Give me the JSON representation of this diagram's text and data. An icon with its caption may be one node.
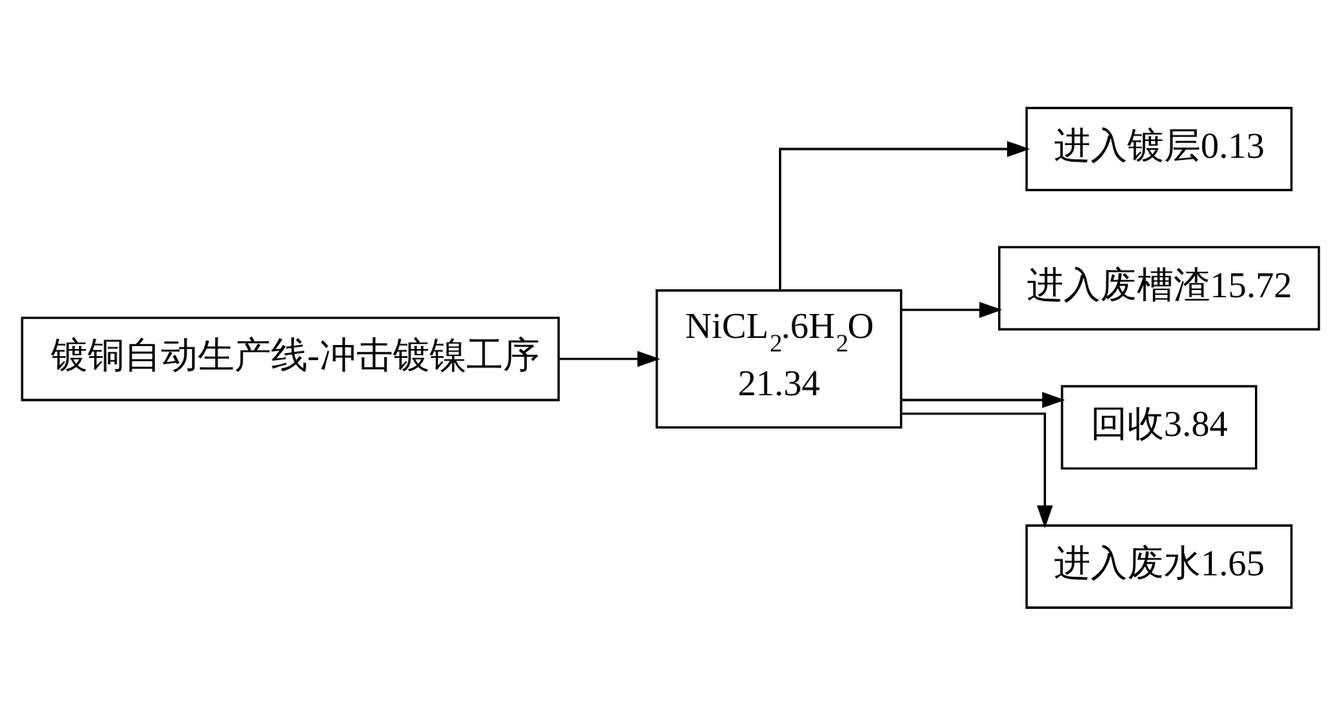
{
  "diagram": {
    "nodes": [
      {
        "text": [
          "镀铜自动生产线-冲击镀镍工序"
        ]
      },
      {
        "text": [
          "NiCL$_{2}$.6H$_{2}$O",
          "21.34"
        ]
      },
      {
        "text": [
          "进入镀层0.13"
        ]
      },
      {
        "text": [
          "进入废槽渣15.72"
        ]
      },
      {
        "text": [
          "回收3.84"
        ]
      },
      {
        "text": [
          "进入废水1.65"
        ]
      }
    ],
    "edges": [
      {
        "from": 0,
        "to": 1,
        "arrow": "to"
      },
      {
        "from": 1,
        "to": 2,
        "arrow": "to"
      },
      {
        "from": 1,
        "to": 3,
        "arrow": "to"
      },
      {
        "from": 1,
        "to": 4,
        "arrow": "to"
      },
      {
        "from": 1,
        "to": 5,
        "arrow": "to"
      }
    ]
  }
}
